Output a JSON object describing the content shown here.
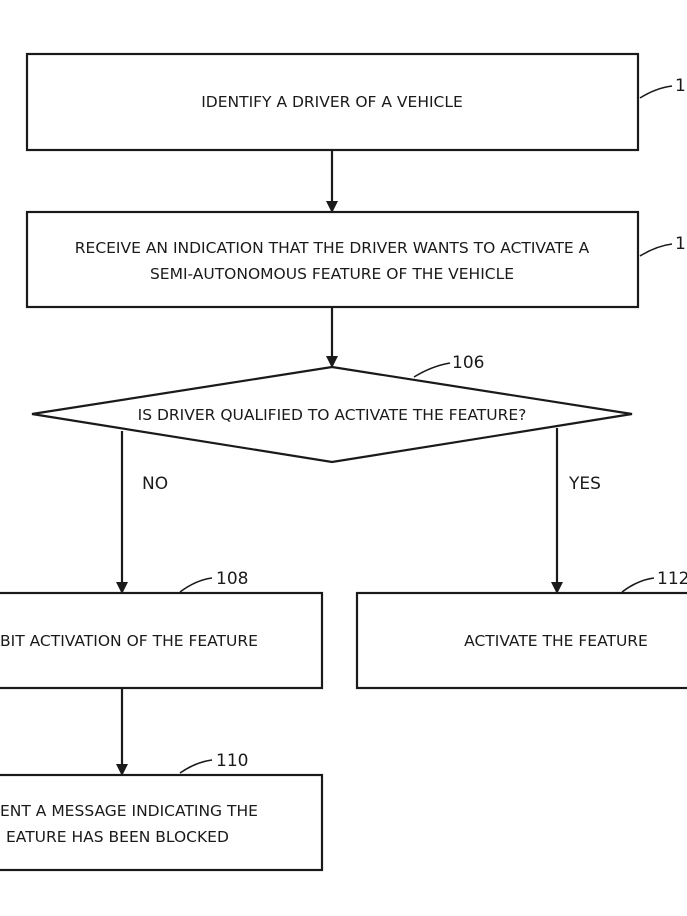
{
  "steps": {
    "identify": {
      "ref": "1",
      "text": "IDENTIFY A DRIVER OF A VEHICLE"
    },
    "receive": {
      "ref": "1(",
      "line1": "RECEIVE AN INDICATION THAT THE DRIVER WANTS TO ACTIVATE A",
      "line2": "SEMI-AUTONOMOUS FEATURE OF THE VEHICLE"
    },
    "decision": {
      "ref": "106",
      "text": "IS DRIVER QUALIFIED TO ACTIVATE THE FEATURE?",
      "no_label": "NO",
      "yes_label": "YES"
    },
    "inhibit": {
      "ref": "108",
      "text": "BIT ACTIVATION OF THE FEATURE"
    },
    "activate": {
      "ref": "112",
      "text": "ACTIVATE THE FEATURE"
    },
    "present": {
      "ref": "110",
      "line1": "ENT A MESSAGE INDICATING THE",
      "line2": "EATURE HAS BEEN BLOCKED"
    }
  }
}
